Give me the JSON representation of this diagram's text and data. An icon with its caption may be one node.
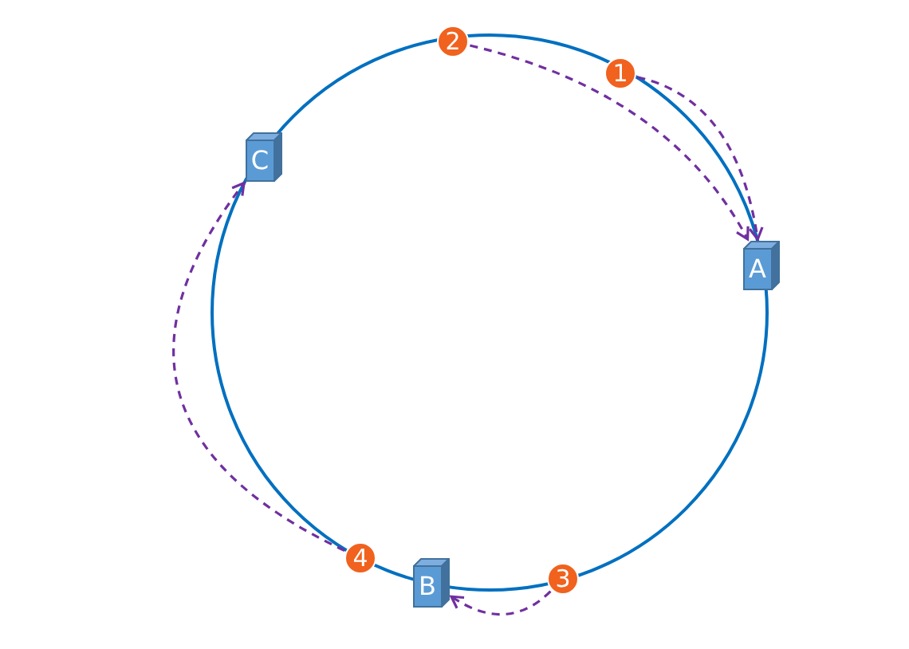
{
  "diagram": {
    "nodes": [
      {
        "text": [
          "1"
        ]
      },
      {
        "text": [
          "2"
        ]
      },
      {
        "text": [
          "3"
        ]
      },
      {
        "text": [
          "4"
        ]
      },
      {
        "text": [
          "A"
        ]
      },
      {
        "text": [
          "B"
        ]
      },
      {
        "text": [
          "C"
        ]
      }
    ],
    "edges": [
      {
        "from": 0,
        "to": 4,
        "arrow": "to",
        "style": "dashed"
      },
      {
        "from": 1,
        "to": 4,
        "arrow": "to",
        "style": "dashed"
      },
      {
        "from": 2,
        "to": 5,
        "arrow": "to",
        "style": "dashed"
      },
      {
        "from": 3,
        "to": 6,
        "arrow": "to",
        "style": "dashed"
      }
    ]
  }
}
